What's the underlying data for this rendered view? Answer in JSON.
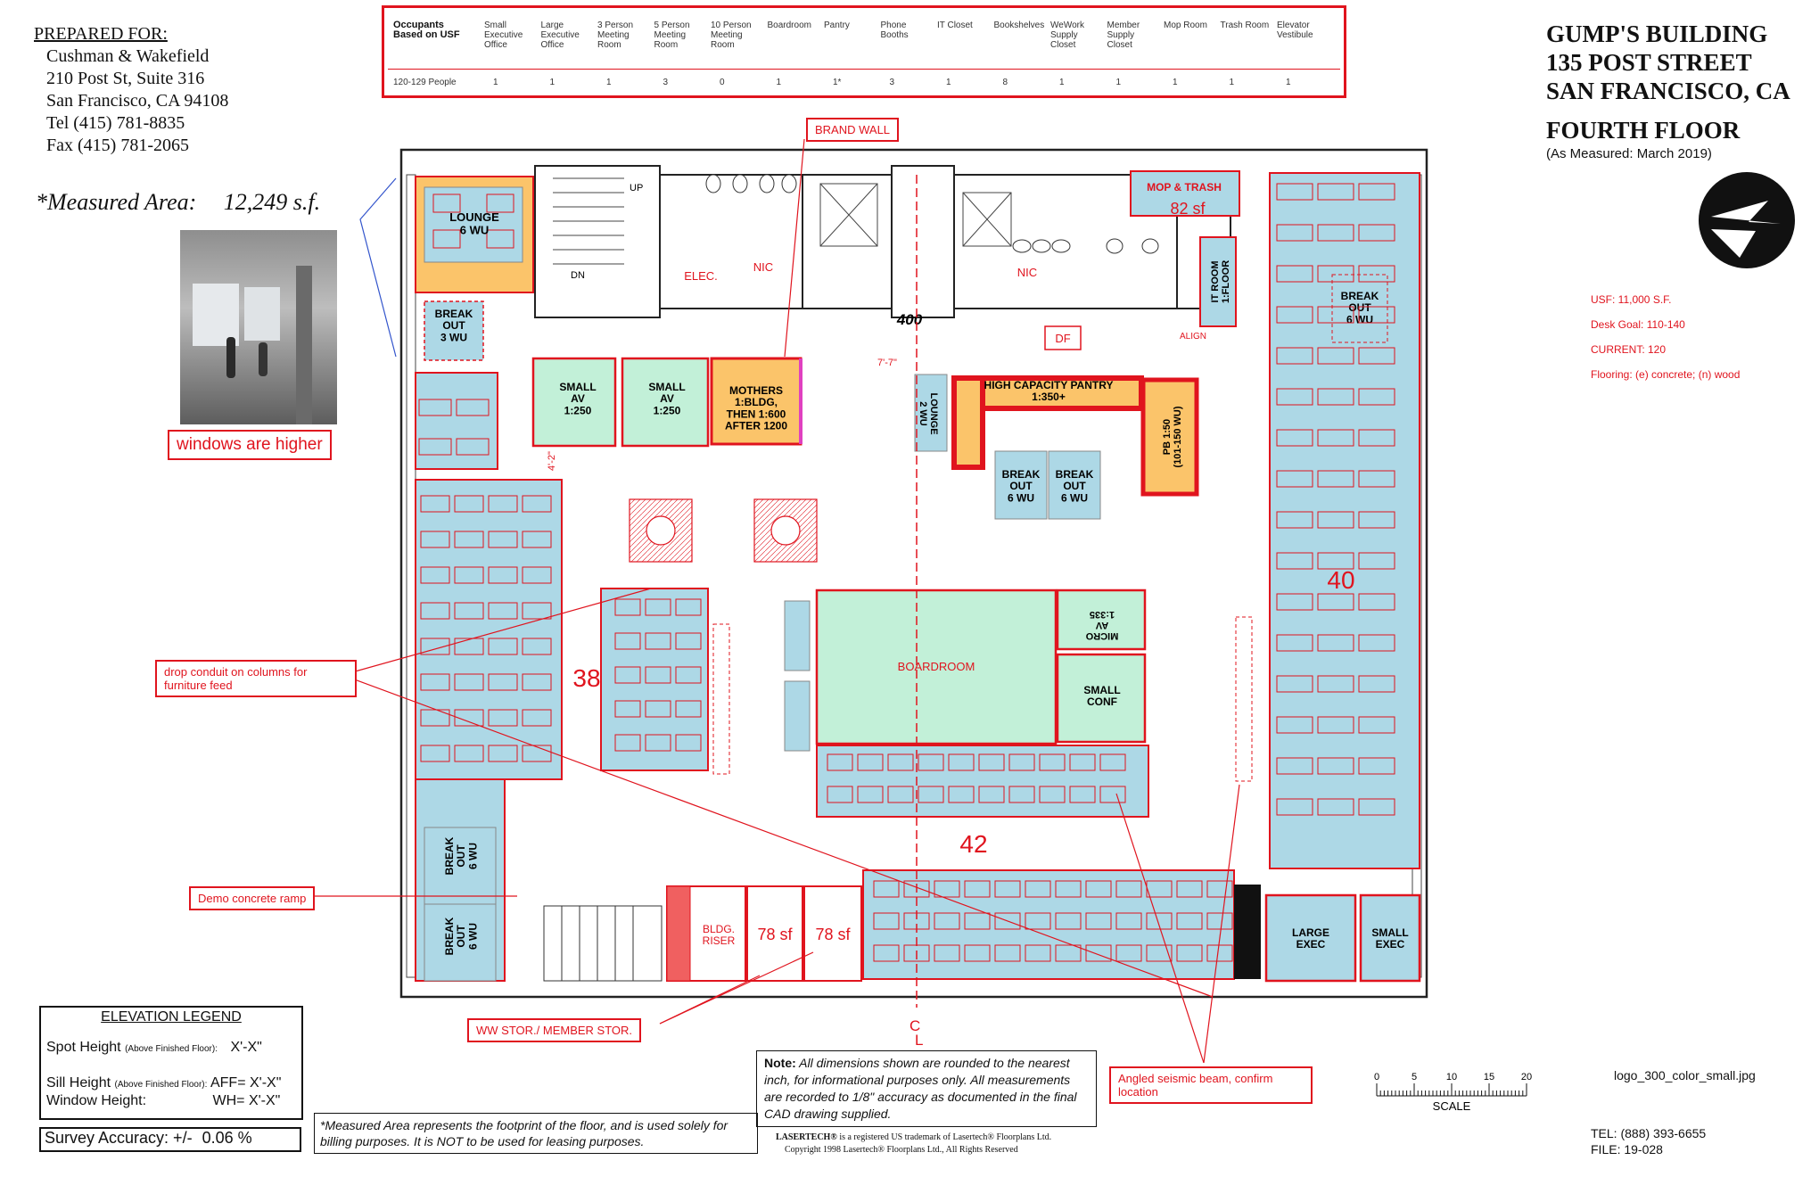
{
  "prepared": {
    "heading": "PREPARED FOR:",
    "lines": [
      "Cushman & Wakefield",
      "210 Post St, Suite 316",
      "San Francisco, CA  94108",
      "Tel  (415) 781-8835",
      "Fax (415) 781-2065"
    ]
  },
  "measured": {
    "label": "*Measured Area:",
    "value": "12,249 s.f."
  },
  "photo_note": "windows are higher",
  "building": {
    "lines": [
      "GUMP'S BUILDING",
      "135 POST STREET",
      "SAN FRANCISCO, CA"
    ],
    "floor": "FOURTH FLOOR",
    "as_measured": "(As Measured:  March 2019)"
  },
  "stats": [
    "USF: 11,000 S.F.",
    "Desk Goal: 110-140",
    "CURRENT: 120",
    "Flooring: (e) concrete; (n) wood"
  ],
  "usf_table": {
    "row_header": "Occupants Based on USF",
    "columns": [
      "Small Executive Office",
      "Large Executive Office",
      "3 Person Meeting Room",
      "5 Person Meeting Room",
      "10 Person Meeting Room",
      "Boardroom",
      "Pantry",
      "Phone Booths",
      "IT Closet",
      "Bookshelves",
      "WeWork Supply Closet",
      "Member Supply Closet",
      "Mop Room",
      "Trash Room",
      "Elevator Vestibule"
    ],
    "row_label": "120-129 People",
    "values": [
      "1",
      "1",
      "1",
      "3",
      "0",
      "1",
      "1*",
      "3",
      "1",
      "8",
      "1",
      "1",
      "1",
      "1",
      "1"
    ]
  },
  "rooms": {
    "lounge6": "LOUNGE\n6 WU",
    "breakout3": "BREAK\nOUT\n3 WU",
    "small_av_1": "SMALL\nAV\n1:250",
    "small_av_2": "SMALL\nAV\n1:250",
    "mothers": "MOTHERS\n1:BLDG,\nTHEN 1:600\nAFTER 1200",
    "lounge2": "LOUNGE\n2 WU",
    "pantry": "HIGH CAPACITY PANTRY\n1:350+",
    "pb": "PB 1:50\n(101-150 WU)",
    "breakout_a": "BREAK\nOUT\n6 WU",
    "breakout_b": "BREAK\nOUT\n6 WU",
    "breakout_r": "BREAK\nOUT\n6 WU",
    "mop": "MOP & TRASH",
    "mop_sf": "82 sf",
    "it": "IT ROOM\n1:FLOOR",
    "elec": "ELEC.",
    "nic1": "NIC",
    "nic2": "NIC",
    "boardroom": "BOARDROOM",
    "micro": "MICRO\nAV\n1:335",
    "small_conf": "SMALL\nCONF",
    "breakout_l1": "BREAK\nOUT\n6 WU",
    "breakout_l2": "BREAK\nOUT\n6 WU",
    "riser": "BLDG.\nRISER",
    "stor1": "78 sf",
    "stor2": "78 sf",
    "large_exec": "LARGE\nEXEC",
    "small_exec": "SMALL\nEXEC",
    "room400": "400",
    "up": "UP",
    "dn": "DN",
    "df": "DF",
    "align": "ALIGN",
    "dim_77": "7'-7\"",
    "dim_42": "4'-2\"",
    "cl": "C\nL"
  },
  "counts": {
    "left": "38",
    "right": "40",
    "bottom": "42"
  },
  "callouts": {
    "brand_wall": "BRAND WALL",
    "conduit": "drop conduit on columns for\nfurniture feed",
    "ramp": "Demo concrete ramp",
    "ww_stor": "WW STOR./ MEMBER STOR.",
    "seismic": "Angled seismic beam, confirm\nlocation"
  },
  "elevation": {
    "title": "ELEVATION LEGEND",
    "spot": "Spot Height",
    "spot_sub": "(Above Finished Floor):",
    "spot_val": "X'-X\"",
    "sill": "Sill Height",
    "sill_sub": "(Above Finished Floor):",
    "sill_val": "AFF= X'-X\"",
    "window": "Window Height:",
    "window_val": "WH= X'-X\""
  },
  "accuracy": {
    "label": "Survey Accuracy:  +/-",
    "value": "0.06 %"
  },
  "measured_note": "*Measured Area represents the footprint of the floor, and is used solely for billing purposes. It is NOT to be used for leasing purposes.",
  "note": {
    "label": "Note:",
    "text": "All dimensions shown are rounded to the nearest inch, for informational purposes only. All measurements are recorded to 1/8\" accuracy as documented in the final CAD drawing supplied."
  },
  "lasertech": {
    "line1_brand": "LASERTECH®",
    "line1": "is a registered US trademark of Lasertech® Floorplans Ltd.",
    "line2": "Copyright 1998 Lasertech® Floorplans Ltd., All Rights Reserved"
  },
  "scale": {
    "label": "SCALE",
    "ticks": [
      "0",
      "5",
      "10",
      "15",
      "20"
    ]
  },
  "logo_file": "logo_300_color_small.jpg",
  "contact": {
    "tel": "TEL:   (888) 393-6655",
    "file": "FILE:  19-028"
  },
  "colors": {
    "red": "#e0141e",
    "blue": "#add8e6",
    "green": "#c2f0d8",
    "orange": "#fbc46a"
  }
}
